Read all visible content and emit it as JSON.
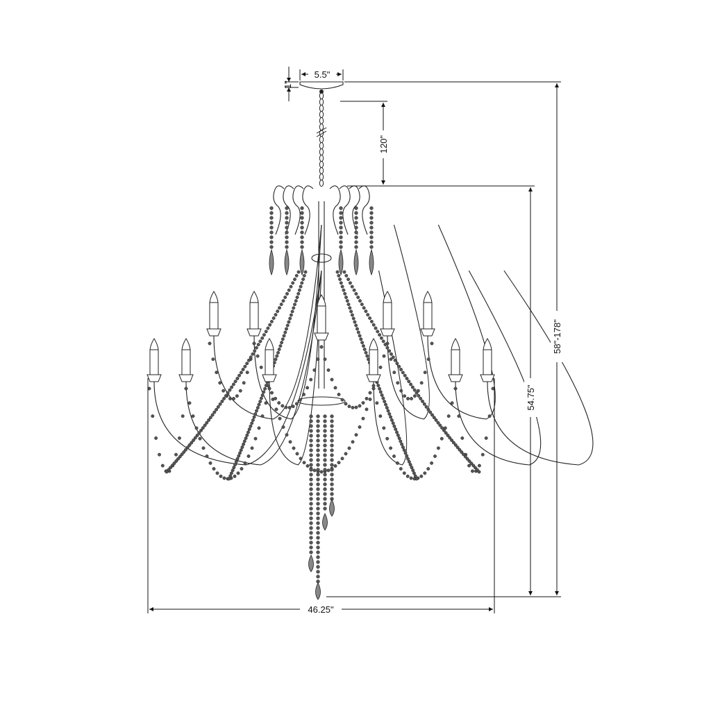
{
  "dimensions": {
    "canopy_width": "5.5\"",
    "canopy_height": "1\"",
    "chain_length": "120\"",
    "body_height": "54.75\"",
    "overall_height": "58\"-178\"",
    "overall_width": "46.25\""
  },
  "colors": {
    "line": "#222222",
    "bead": "#555555",
    "background": "#ffffff"
  }
}
